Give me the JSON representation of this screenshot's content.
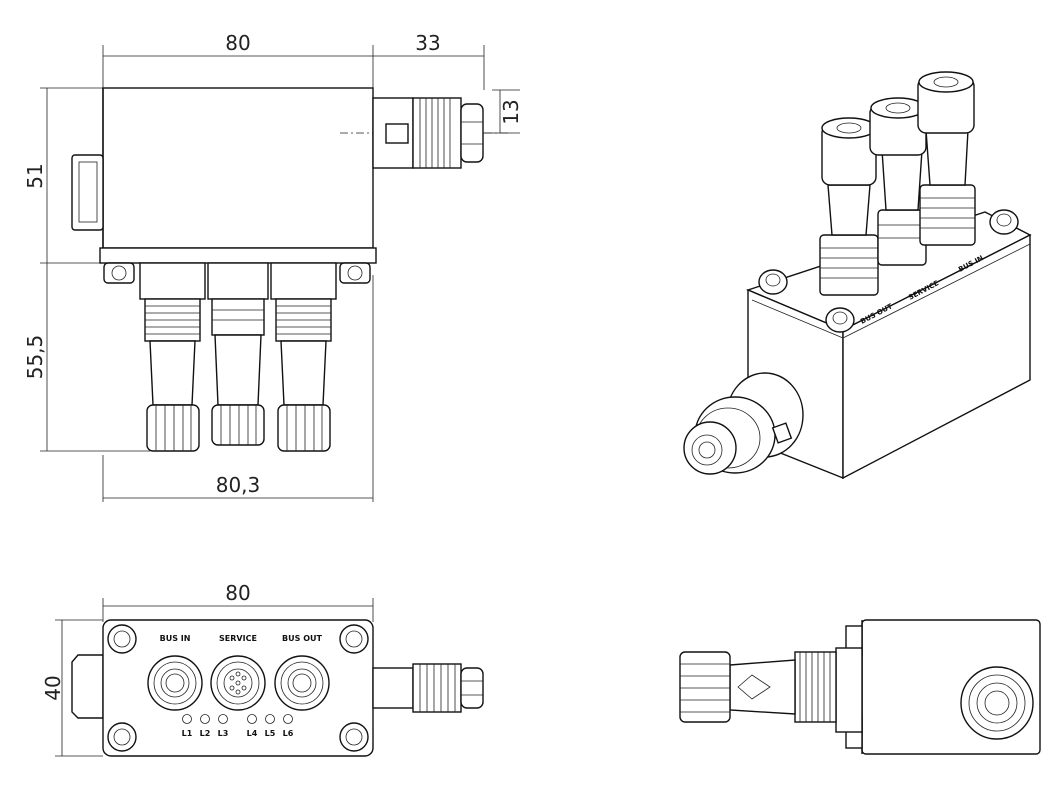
{
  "dimensions": {
    "top_width": "80",
    "connector_length": "33",
    "connector_height": "13",
    "body_height": "51",
    "connector_drop": "55,5",
    "overall_width": "80,3",
    "bottom_width": "80",
    "bottom_height": "40"
  },
  "port_labels": {
    "bus_in": "BUS IN",
    "service": "SERVICE",
    "bus_out": "BUS OUT"
  },
  "led_labels": [
    "L1",
    "L2",
    "L3",
    "L4",
    "L5",
    "L6"
  ],
  "iso_labels": {
    "bus_in": "BUS IN",
    "service": "SERVICE",
    "bus_out": "BUS OUT"
  }
}
